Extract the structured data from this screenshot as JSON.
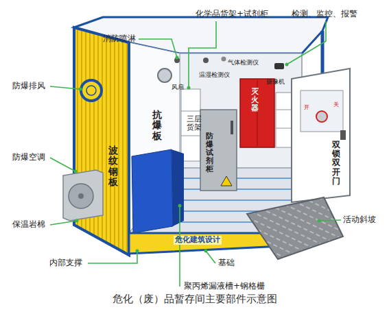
{
  "diagram": {
    "caption": "危化（废）品暂存间主要部件示意图",
    "labels": [
      "消防喷淋",
      "化学品货架+试剂柜",
      "检测、监控、报警",
      "防爆排风",
      "风扇",
      "气体检测仪",
      "温湿检测仪",
      "灭火器",
      "摄像机",
      "抗爆板",
      "三层货架",
      "防爆试剂柜",
      "波纹钢板",
      "双锁双开门",
      "防爆空调",
      "保温岩棉",
      "内部支撑",
      "基础",
      "危化建筑设计",
      "聚丙烯漏液槽+钢格栅",
      "活动斜坡",
      "开",
      "关"
    ]
  }
}
